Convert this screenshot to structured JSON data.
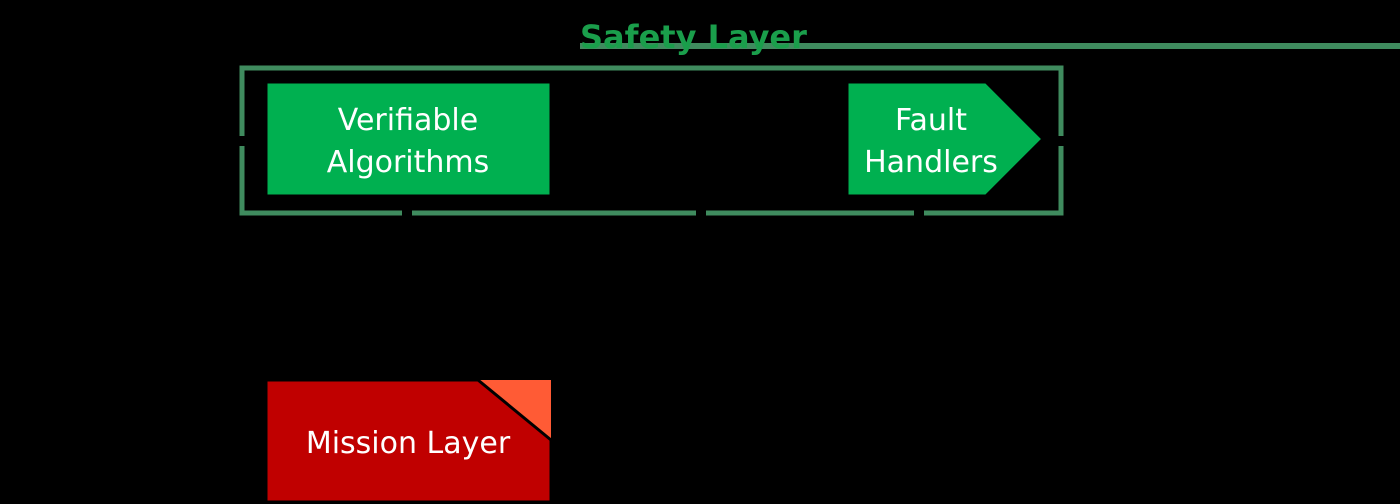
{
  "safety_layer": {
    "title": "Safety Layer",
    "color": "#1a9e4b",
    "border_color": "#3f8b5e",
    "nodes": {
      "verifiable_algorithms": {
        "line1": "Verifiable",
        "line2": "Algorithms",
        "fill": "#00b050"
      },
      "fault_handlers": {
        "line1": "Fault",
        "line2": "Handlers",
        "fill": "#00b050"
      }
    }
  },
  "mission_layer": {
    "label": "Mission Layer",
    "fill": "#c00000",
    "corner_fill": "#ff5b35"
  }
}
